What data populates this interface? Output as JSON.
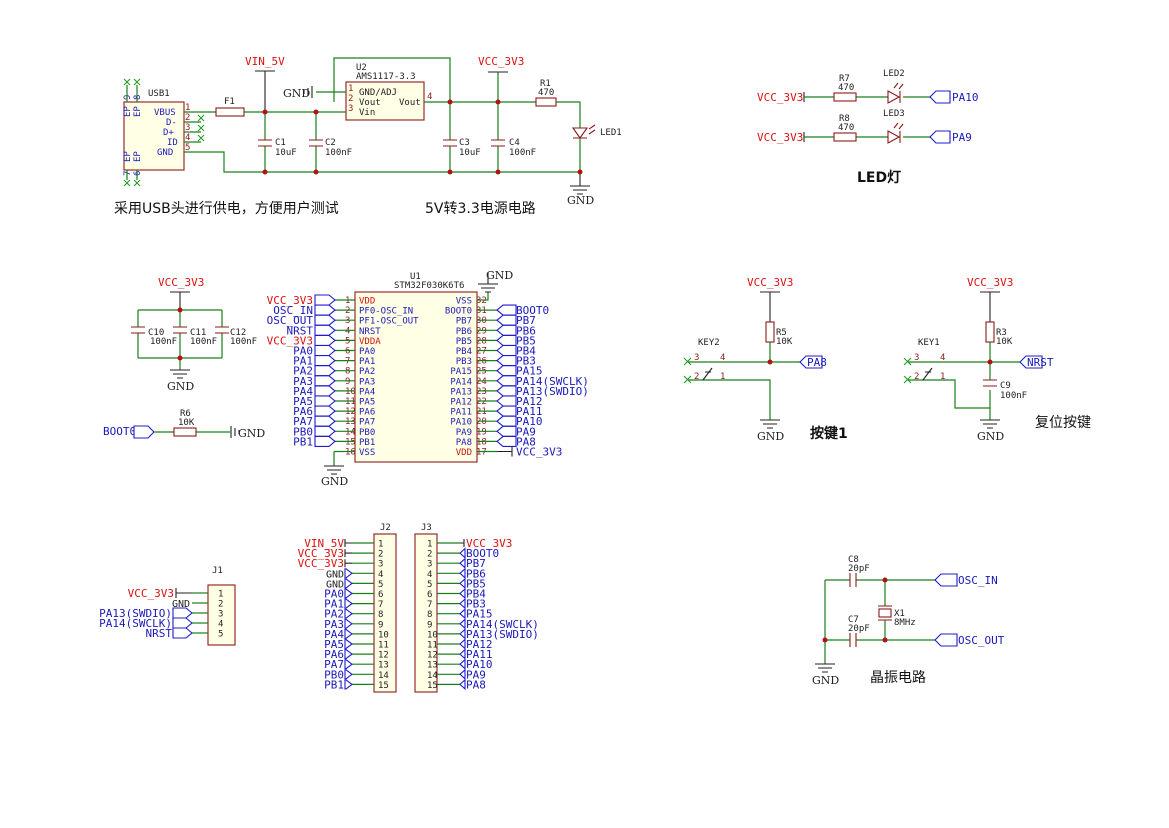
{
  "captions": {
    "usb": "采用USB头进行供电，方便用户测试",
    "power": "5V转3.3电源电路",
    "led": "LED灯",
    "key": "按键1",
    "reset": "复位按键",
    "crystal": "晶振电路"
  },
  "nets": {
    "vin5": "VIN_5V",
    "vcc": "VCC_3V3",
    "gnd": "GND",
    "pa10": "PA10",
    "pa9": "PA9",
    "pa8": "PA8",
    "nrst": "NRST",
    "boot0": "BOOT0",
    "osc_in": "OSC_IN",
    "osc_out": "OSC_OUT"
  },
  "usb": {
    "ref": "USB1",
    "pins": [
      "VBUS",
      "D-",
      "D+",
      "ID",
      "GND"
    ],
    "pin_numbers": [
      "1",
      "2",
      "3",
      "4",
      "5"
    ],
    "ep_top": [
      "9",
      "8"
    ],
    "ep_bottom": [
      "7",
      "6"
    ],
    "ep_label": "EP"
  },
  "fuse": {
    "ref": "F1"
  },
  "regulator": {
    "ref": "U2",
    "part": "AMS1117-3.3",
    "pins": [
      "GND/ADJ",
      "Vout",
      "Vin"
    ],
    "out_label": "Vout",
    "pin_numbers": [
      "1",
      "2",
      "3",
      "4"
    ]
  },
  "caps": {
    "c1": {
      "ref": "C1",
      "val": "10uF"
    },
    "c2": {
      "ref": "C2",
      "val": "100nF"
    },
    "c3": {
      "ref": "C3",
      "val": "10uF"
    },
    "c4": {
      "ref": "C4",
      "val": "100nF"
    },
    "c10": {
      "ref": "C10",
      "val": "100nF"
    },
    "c11": {
      "ref": "C11",
      "val": "100nF"
    },
    "c12": {
      "ref": "C12",
      "val": "100nF"
    },
    "c9": {
      "ref": "C9",
      "val": "100nF"
    },
    "c8": {
      "ref": "C8",
      "val": "20pF"
    },
    "c7": {
      "ref": "C7",
      "val": "20pF"
    }
  },
  "res": {
    "r1": {
      "ref": "R1",
      "val": "470"
    },
    "r7": {
      "ref": "R7",
      "val": "470"
    },
    "r8": {
      "ref": "R8",
      "val": "470"
    },
    "r6": {
      "ref": "R6",
      "val": "10K"
    },
    "r5": {
      "ref": "R5",
      "val": "10K"
    },
    "r3": {
      "ref": "R3",
      "val": "10K"
    }
  },
  "leds": {
    "led1": "LED1",
    "led2": "LED2",
    "led3": "LED3"
  },
  "keys": {
    "key1": "KEY1",
    "key2": "KEY2",
    "pins": [
      "3",
      "4",
      "2",
      "1"
    ]
  },
  "crystal": {
    "ref": "X1",
    "val": "8MHz"
  },
  "mcu": {
    "ref": "U1",
    "part": "STM32F030K6T6",
    "left": [
      {
        "num": "1",
        "name": "VDD",
        "net": "VCC_3V3"
      },
      {
        "num": "2",
        "name": "PF0-OSC_IN",
        "net": "OSC_IN"
      },
      {
        "num": "3",
        "name": "PF1-OSC_OUT",
        "net": "OSC_OUT"
      },
      {
        "num": "4",
        "name": "NRST",
        "net": "NRST"
      },
      {
        "num": "5",
        "name": "VDDA",
        "net": "VCC_3V3"
      },
      {
        "num": "6",
        "name": "PA0",
        "net": "PA0"
      },
      {
        "num": "7",
        "name": "PA1",
        "net": "PA1"
      },
      {
        "num": "8",
        "name": "PA2",
        "net": "PA2"
      },
      {
        "num": "9",
        "name": "PA3",
        "net": "PA3"
      },
      {
        "num": "10",
        "name": "PA4",
        "net": "PA4"
      },
      {
        "num": "11",
        "name": "PA5",
        "net": "PA5"
      },
      {
        "num": "12",
        "name": "PA6",
        "net": "PA6"
      },
      {
        "num": "13",
        "name": "PA7",
        "net": "PA7"
      },
      {
        "num": "14",
        "name": "PB0",
        "net": "PB0"
      },
      {
        "num": "15",
        "name": "PB1",
        "net": "PB1"
      },
      {
        "num": "16",
        "name": "VSS",
        "net": ""
      }
    ],
    "right": [
      {
        "num": "32",
        "name": "VSS",
        "net": ""
      },
      {
        "num": "31",
        "name": "BOOT0",
        "net": "BOOT0"
      },
      {
        "num": "30",
        "name": "PB7",
        "net": "PB7"
      },
      {
        "num": "29",
        "name": "PB6",
        "net": "PB6"
      },
      {
        "num": "28",
        "name": "PB5",
        "net": "PB5"
      },
      {
        "num": "27",
        "name": "PB4",
        "net": "PB4"
      },
      {
        "num": "26",
        "name": "PB3",
        "net": "PB3"
      },
      {
        "num": "25",
        "name": "PA15",
        "net": "PA15"
      },
      {
        "num": "24",
        "name": "PA14",
        "net": "PA14(SWCLK)"
      },
      {
        "num": "23",
        "name": "PA13",
        "net": "PA13(SWDIO)"
      },
      {
        "num": "22",
        "name": "PA12",
        "net": "PA12"
      },
      {
        "num": "21",
        "name": "PA11",
        "net": "PA11"
      },
      {
        "num": "20",
        "name": "PA10",
        "net": "PA10"
      },
      {
        "num": "19",
        "name": "PA9",
        "net": "PA9"
      },
      {
        "num": "18",
        "name": "PA8",
        "net": "PA8"
      },
      {
        "num": "17",
        "name": "VDD",
        "net": "VCC_3V3"
      }
    ]
  },
  "j1": {
    "ref": "J1",
    "pins": [
      {
        "num": "1",
        "net": "VCC_3V3"
      },
      {
        "num": "2",
        "net": "GND"
      },
      {
        "num": "3",
        "net": "PA13(SWDIO)"
      },
      {
        "num": "4",
        "net": "PA14(SWCLK)"
      },
      {
        "num": "5",
        "net": "NRST"
      }
    ]
  },
  "j2": {
    "ref": "J2",
    "pins": [
      {
        "num": "1",
        "net": "VIN_5V"
      },
      {
        "num": "2",
        "net": "VCC_3V3"
      },
      {
        "num": "3",
        "net": "VCC_3V3"
      },
      {
        "num": "4",
        "net": "GND"
      },
      {
        "num": "5",
        "net": "GND"
      },
      {
        "num": "6",
        "net": "PA0"
      },
      {
        "num": "7",
        "net": "PA1"
      },
      {
        "num": "8",
        "net": "PA2"
      },
      {
        "num": "9",
        "net": "PA3"
      },
      {
        "num": "10",
        "net": "PA4"
      },
      {
        "num": "11",
        "net": "PA5"
      },
      {
        "num": "12",
        "net": "PA6"
      },
      {
        "num": "13",
        "net": "PA7"
      },
      {
        "num": "14",
        "net": "PB0"
      },
      {
        "num": "15",
        "net": "PB1"
      }
    ]
  },
  "j3": {
    "ref": "J3",
    "pins": [
      {
        "num": "1",
        "net": "VCC_3V3"
      },
      {
        "num": "2",
        "net": "BOOT0"
      },
      {
        "num": "3",
        "net": "PB7"
      },
      {
        "num": "4",
        "net": "PB6"
      },
      {
        "num": "5",
        "net": "PB5"
      },
      {
        "num": "6",
        "net": "PB4"
      },
      {
        "num": "7",
        "net": "PB3"
      },
      {
        "num": "8",
        "net": "PA15"
      },
      {
        "num": "9",
        "net": "PA14(SWCLK)"
      },
      {
        "num": "10",
        "net": "PA13(SWDIO)"
      },
      {
        "num": "11",
        "net": "PA12"
      },
      {
        "num": "12",
        "net": "PA11"
      },
      {
        "num": "13",
        "net": "PA10"
      },
      {
        "num": "14",
        "net": "PA9"
      },
      {
        "num": "15",
        "net": "PA8"
      }
    ]
  }
}
